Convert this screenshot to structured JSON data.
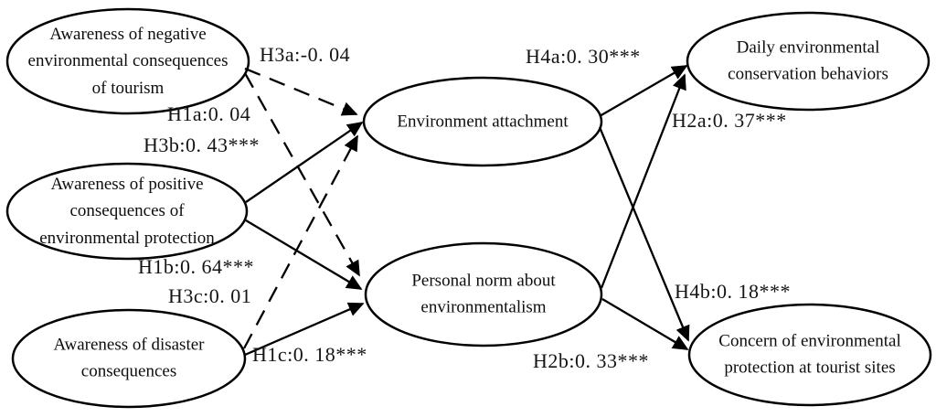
{
  "figure": {
    "type": "path-model-diagram",
    "colors": {
      "background": "#ffffff",
      "shape_stroke": "#000000",
      "text": "#0d0d0d"
    },
    "nodes": {
      "negative": {
        "label": "Awareness of negative\nenvironmental consequences\nof tourism"
      },
      "positive": {
        "label": "Awareness of positive\nconsequences of\nenvironmental protection"
      },
      "disaster": {
        "label": "Awareness of disaster\nconsequences"
      },
      "attachment": {
        "label": "Environment attachment"
      },
      "norm": {
        "label": "Personal norm about\nenvironmentalism"
      },
      "daily": {
        "label": "Daily environmental\nconservation behaviors"
      },
      "concern": {
        "label": "Concern of environmental\nprotection at tourist sites"
      }
    },
    "paths": {
      "h3a": {
        "label": "H3a:-0. 04",
        "from": "negative",
        "to": "attachment",
        "style": "dashed"
      },
      "h1a": {
        "label": "H1a:0. 04",
        "from": "negative",
        "to": "norm",
        "style": "dashed"
      },
      "h3b": {
        "label": "H3b:0. 43***",
        "from": "positive",
        "to": "attachment",
        "style": "solid"
      },
      "h1b": {
        "label": "H1b:0. 64***",
        "from": "positive",
        "to": "norm",
        "style": "solid"
      },
      "h3c": {
        "label": "H3c:0. 01",
        "from": "disaster",
        "to": "attachment",
        "style": "dashed"
      },
      "h1c": {
        "label": "H1c:0. 18***",
        "from": "disaster",
        "to": "norm",
        "style": "solid"
      },
      "h4a": {
        "label": "H4a:0. 30***",
        "from": "attachment",
        "to": "daily",
        "style": "solid"
      },
      "h4b": {
        "label": "H4b:0. 18***",
        "from": "attachment",
        "to": "concern",
        "style": "solid"
      },
      "h2a": {
        "label": "H2a:0. 37***",
        "from": "norm",
        "to": "daily",
        "style": "solid"
      },
      "h2b": {
        "label": "H2b:0. 33***",
        "from": "norm",
        "to": "concern",
        "style": "solid"
      }
    }
  }
}
